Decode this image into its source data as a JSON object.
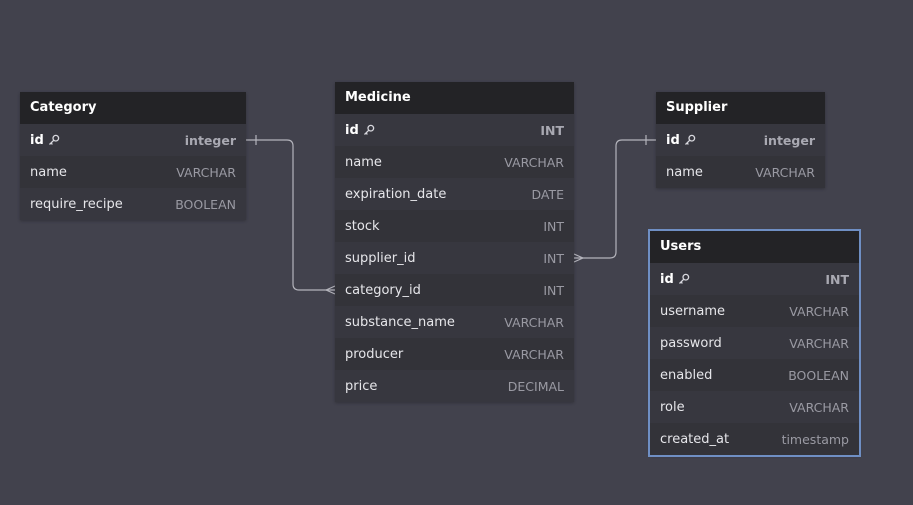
{
  "diagram": {
    "tables": [
      {
        "id": "category",
        "title": "Category",
        "columns": [
          {
            "name": "id",
            "type": "integer",
            "pk": true
          },
          {
            "name": "name",
            "type": "VARCHAR"
          },
          {
            "name": "require_recipe",
            "type": "BOOLEAN"
          }
        ]
      },
      {
        "id": "medicine",
        "title": "Medicine",
        "columns": [
          {
            "name": "id",
            "type": "INT",
            "pk": true
          },
          {
            "name": "name",
            "type": "VARCHAR"
          },
          {
            "name": "expiration_date",
            "type": "DATE"
          },
          {
            "name": "stock",
            "type": "INT"
          },
          {
            "name": "supplier_id",
            "type": "INT"
          },
          {
            "name": "category_id",
            "type": "INT"
          },
          {
            "name": "substance_name",
            "type": "VARCHAR"
          },
          {
            "name": "producer",
            "type": "VARCHAR"
          },
          {
            "name": "price",
            "type": "DECIMAL"
          }
        ]
      },
      {
        "id": "supplier",
        "title": "Supplier",
        "columns": [
          {
            "name": "id",
            "type": "integer",
            "pk": true
          },
          {
            "name": "name",
            "type": "VARCHAR"
          }
        ]
      },
      {
        "id": "users",
        "title": "Users",
        "selected": true,
        "columns": [
          {
            "name": "id",
            "type": "INT",
            "pk": true
          },
          {
            "name": "username",
            "type": "VARCHAR"
          },
          {
            "name": "password",
            "type": "VARCHAR"
          },
          {
            "name": "enabled",
            "type": "BOOLEAN"
          },
          {
            "name": "role",
            "type": "VARCHAR"
          },
          {
            "name": "created_at",
            "type": "timestamp"
          }
        ]
      }
    ],
    "relationships": [
      {
        "from": "category.id",
        "to": "medicine.category_id",
        "cardinality": "one-to-many"
      },
      {
        "from": "supplier.id",
        "to": "medicine.supplier_id",
        "cardinality": "one-to-many"
      }
    ],
    "colors": {
      "canvas": "#42424d",
      "header": "#232326",
      "link": "#b4b4bc",
      "selection": "#6f8fc4"
    },
    "icons": {
      "primary_key": "key-icon"
    }
  }
}
